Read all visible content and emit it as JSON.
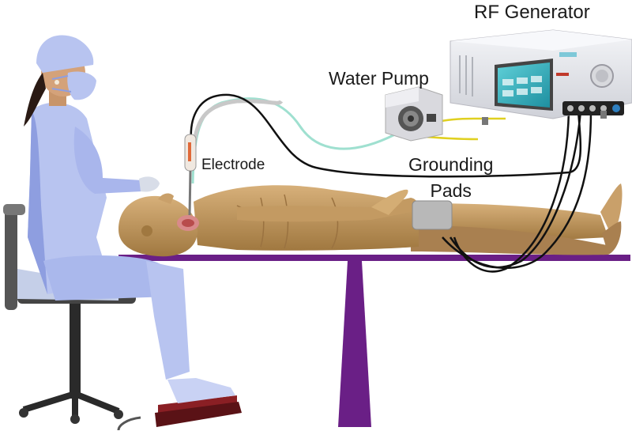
{
  "labels": {
    "rf_generator": "RF Generator",
    "water_pump": "Water Pump",
    "electrode": "Electrode",
    "grounding_line1": "Grounding",
    "grounding_line2": "Pads"
  },
  "colors": {
    "scrubs": "#b8c4f0",
    "scrubs_shadow": "#8e9ee0",
    "skin": "#c9a06a",
    "table": "#6a1f86",
    "cable": "#111111",
    "tubing": "#9fe0d0",
    "yellow_cable": "#e0d020",
    "generator_body": "#e9eaee",
    "screen": "#2fb0c0",
    "pedal": "#8a1f24",
    "chair": "#3a3a3a",
    "pad": "#b8b8b8"
  },
  "icons": [
    "surgeon",
    "patient",
    "operating-table",
    "chair",
    "foot-pedal",
    "water-pump",
    "rf-generator",
    "electrode",
    "grounding-pads"
  ]
}
